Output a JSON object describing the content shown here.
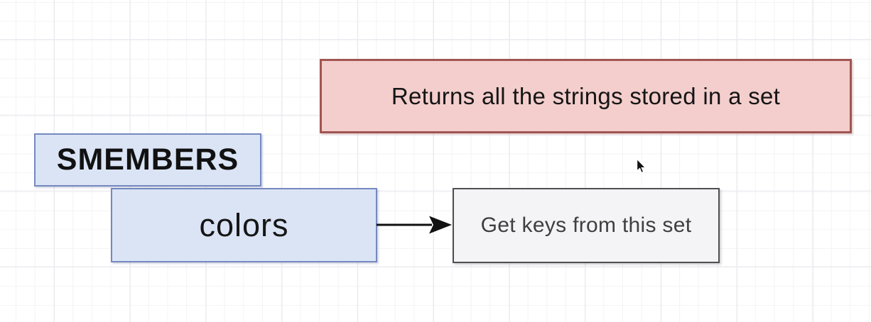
{
  "diagram": {
    "canvas": {
      "background": "#ffffff",
      "grid_minor_color": "#f4f3f6",
      "grid_major_color": "#e9e9ee"
    },
    "nodes": {
      "description_note": {
        "text": "Returns all the strings stored in a set",
        "fill": "#f3cecc",
        "border_color": "#a05551",
        "text_color": "#151515"
      },
      "command": {
        "text": "SMEMBERS",
        "fill": "#dae4f5",
        "border_color": "#7589c0",
        "text_color": "#111111"
      },
      "key": {
        "text": "colors",
        "fill": "#dae4f5",
        "border_color": "#7589c0",
        "text_color": "#161616"
      },
      "target": {
        "text": "Get keys from this set",
        "fill": "#f4f3f5",
        "border_color": "#4f4f4f",
        "text_color": "#3f3f3f"
      }
    },
    "connector": {
      "from": "key",
      "to": "target",
      "color": "#111111",
      "style": "straight-arrow"
    }
  }
}
